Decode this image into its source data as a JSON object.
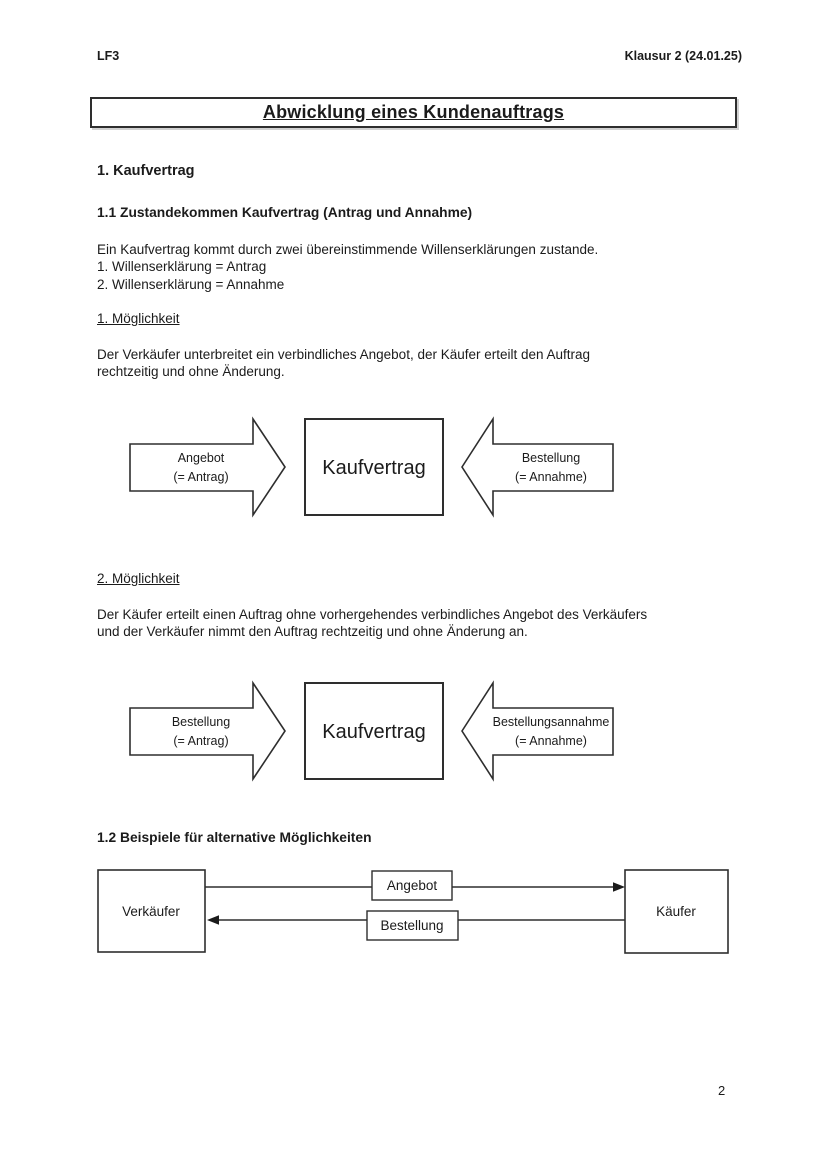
{
  "colors": {
    "ink": "#1b1b1b",
    "paper": "#ffffff",
    "line": "#2e2e2e"
  },
  "header": {
    "left": "LF3",
    "right": "Klausur 2 (24.01.25)"
  },
  "title": "Abwicklung eines Kundenauftrags",
  "section1": {
    "heading": "1. Kaufvertrag",
    "sub11": {
      "heading": "1.1 Zustandekommen Kaufvertrag (Antrag und Annahme)",
      "intro_lines": [
        "Ein Kaufvertrag kommt durch zwei übereinstimmende Willenserklärungen zustande.",
        "1. Willenserklärung = Antrag",
        "2. Willenserklärung = Annahme"
      ],
      "possibility1": {
        "heading": "1. Möglichkeit",
        "body_lines": [
          "Der Verkäufer unterbreitet ein verbindliches Angebot, der Käufer erteilt den Auftrag",
          "rechtzeitig und ohne Änderung."
        ],
        "diagram": {
          "left_arrow": {
            "line1": "Angebot",
            "line2": "(= Antrag)"
          },
          "center_box": "Kaufvertrag",
          "right_arrow": {
            "line1": "Bestellung",
            "line2": "(= Annahme)"
          }
        }
      },
      "possibility2": {
        "heading": "2. Möglichkeit",
        "body_lines": [
          "Der Käufer erteilt einen Auftrag ohne vorhergehendes verbindliches Angebot des Verkäufers",
          "und der Verkäufer nimmt den Auftrag rechtzeitig und ohne Änderung an."
        ],
        "diagram": {
          "left_arrow": {
            "line1": "Bestellung",
            "line2": "(= Antrag)"
          },
          "center_box": "Kaufvertrag",
          "right_arrow": {
            "line1": "Bestellungsannahme",
            "line2": "(= Annahme)"
          }
        }
      }
    },
    "sub12": {
      "heading": "1.2 Beispiele für alternative Möglichkeiten",
      "diagram": {
        "seller_box": "Verkäufer",
        "buyer_box": "Käufer",
        "offer_label": "Angebot",
        "order_label": "Bestellung"
      }
    }
  },
  "footer": {
    "page_number": "2"
  }
}
